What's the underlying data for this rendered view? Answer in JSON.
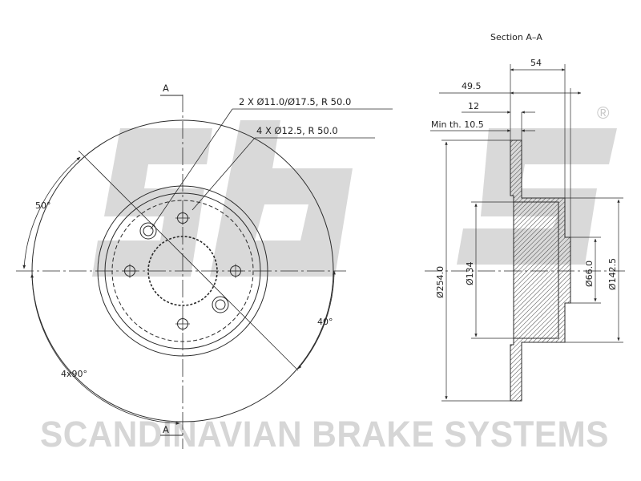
{
  "watermark": {
    "brand_text": "SCANDINAVIAN BRAKE SYSTEMS",
    "logo_letters": "sbs",
    "registered_mark": "®",
    "color": "#d6d6d6"
  },
  "front_view": {
    "section_marker_top": "A",
    "section_marker_bottom": "A",
    "holes_note_1": "2 X Ø11.0/Ø17.5, R 50.0",
    "holes_note_2": "4 X Ø12.5, R 50.0",
    "angle_upper_left": "50°",
    "angle_right": "40°",
    "angle_lower_left": "4x90°"
  },
  "section_view": {
    "title": "Section A–A",
    "dim_total_width": "54",
    "dim_hat_depth": "49.5",
    "dim_thickness": "12",
    "dim_min_thickness": "Min th. 10.5",
    "dim_outer_diameter": "Ø254.0",
    "dim_friction_inner": "Ø134",
    "dim_center_bore": "Ø66.0",
    "dim_hat_diameter": "Ø142.5"
  },
  "colors": {
    "line": "#2a2a2a",
    "hatch": "#444444",
    "watermark": "#d6d6d6"
  }
}
